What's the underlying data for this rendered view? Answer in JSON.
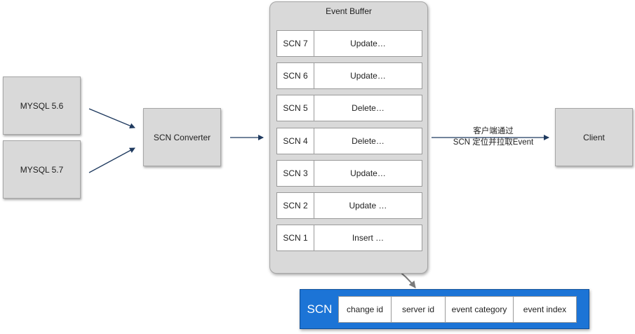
{
  "sources": [
    {
      "label": "MYSQL 5.6"
    },
    {
      "label": "MYSQL 5.7"
    }
  ],
  "converter": {
    "label": "SCN Converter"
  },
  "buffer": {
    "title": "Event Buffer",
    "rows": [
      {
        "scn": "SCN 7",
        "op": "Update…"
      },
      {
        "scn": "SCN 6",
        "op": "Update…"
      },
      {
        "scn": "SCN 5",
        "op": "Delete…"
      },
      {
        "scn": "SCN 4",
        "op": "Delete…"
      },
      {
        "scn": "SCN 3",
        "op": "Update…"
      },
      {
        "scn": "SCN 2",
        "op": "Update …"
      },
      {
        "scn": "SCN 1",
        "op": "Insert …"
      }
    ]
  },
  "client": {
    "label": "Client"
  },
  "client_edge": {
    "line1": "客户端通过",
    "line2": "SCN 定位并拉取Event"
  },
  "scn_struct": {
    "label": "SCN",
    "fields": [
      "change id",
      "server id",
      "event category",
      "event index"
    ]
  },
  "colors": {
    "box_fill": "#d9d9d9",
    "scn_bar": "#1c74d6",
    "arrow": "#1f3a5f",
    "curve": "#7a7a7a"
  }
}
